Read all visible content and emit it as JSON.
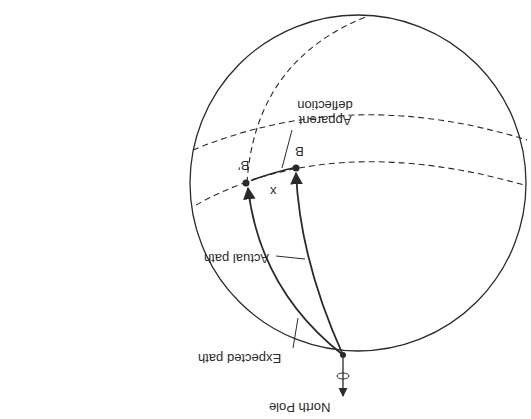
{
  "diagram": {
    "labels": [
      "North Pole",
      "Expected path",
      "Actual path",
      "Apparent deflection",
      "B'",
      "B",
      "x"
    ]
  }
}
